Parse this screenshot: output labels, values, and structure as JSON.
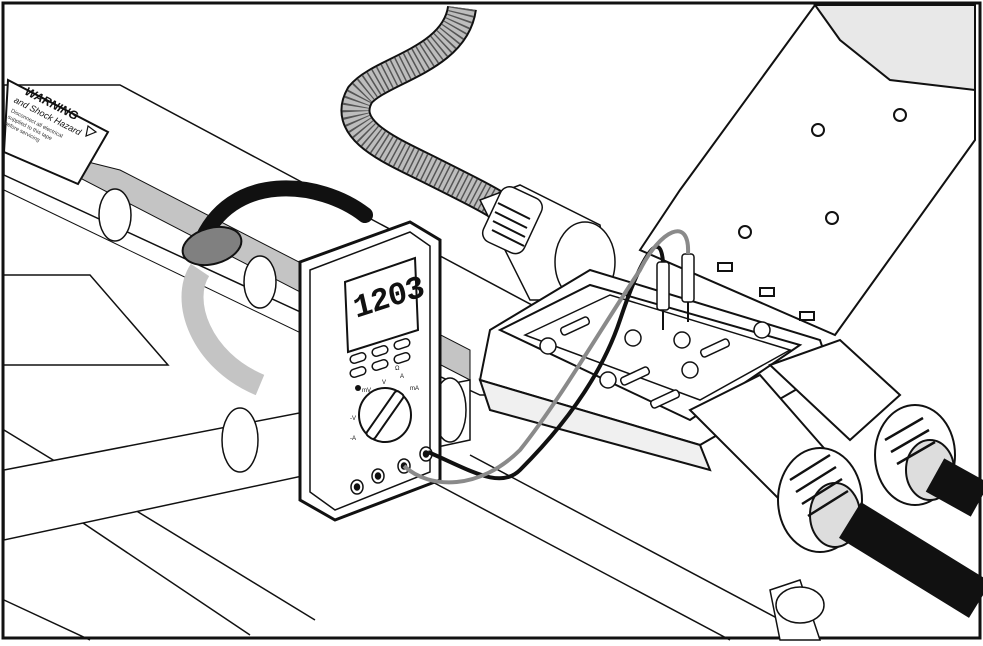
{
  "warning_label": {
    "title": "WARNING",
    "line1": "and Shock Hazard",
    "line2": "Disconnect all electrical",
    "line3": "supplied to this tape",
    "line4": "before servicing"
  },
  "multimeter": {
    "display_value": "1203",
    "dial_labels": [
      "mV",
      "V",
      "A",
      "mA",
      "Ω"
    ],
    "side_labels": [
      "-V",
      "-A"
    ]
  },
  "colors": {
    "line": "#111111",
    "pipe_fill": "#ffffff",
    "heat_tape": "#c4c4c4",
    "clamp": "#808080",
    "black_lead": "#1a1a1a",
    "gray_lead": "#8a8a8a",
    "cable": "#111111",
    "conduit": "#bdbdbd"
  }
}
